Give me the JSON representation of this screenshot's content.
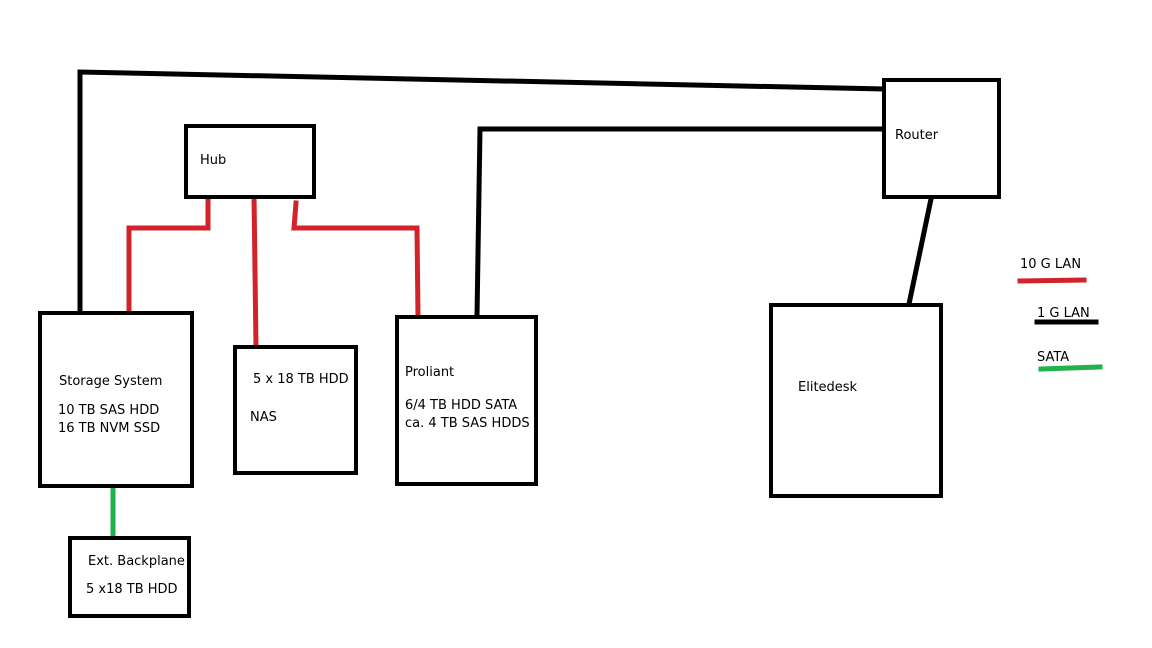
{
  "colors": {
    "lan_10g": "#d2232a",
    "lan_1g": "#000000",
    "sata": "#22b14c",
    "box_stroke": "#000000",
    "background": "#ffffff"
  },
  "nodes": {
    "hub": {
      "lines": [
        "Hub"
      ]
    },
    "router": {
      "lines": [
        "Router"
      ]
    },
    "storage_system": {
      "lines": [
        "Storage System",
        "10 TB SAS HDD",
        "16 TB NVM  SSD"
      ]
    },
    "nas": {
      "lines": [
        "5 x 18 TB HDD",
        "NAS"
      ]
    },
    "proliant": {
      "lines": [
        "Proliant",
        "6/4 TB HDD SATA",
        "ca. 4 TB SAS HDDS"
      ]
    },
    "elitedesk": {
      "lines": [
        "Elitedesk"
      ]
    },
    "ext_backplane": {
      "lines": [
        "Ext. Backplane",
        "5 x18 TB HDD"
      ]
    }
  },
  "edges": [
    {
      "from": "hub",
      "to": "storage_system",
      "type": "lan_10g"
    },
    {
      "from": "hub",
      "to": "nas",
      "type": "lan_10g"
    },
    {
      "from": "hub",
      "to": "proliant",
      "type": "lan_10g"
    },
    {
      "from": "router",
      "to": "storage_system",
      "type": "lan_1g"
    },
    {
      "from": "router",
      "to": "proliant",
      "type": "lan_1g"
    },
    {
      "from": "router",
      "to": "elitedesk",
      "type": "lan_1g"
    },
    {
      "from": "storage_system",
      "to": "ext_backplane",
      "type": "sata"
    }
  ],
  "legend": [
    {
      "label": "10 G LAN",
      "type": "lan_10g"
    },
    {
      "label": "1 G LAN",
      "type": "lan_1g"
    },
    {
      "label": "SATA",
      "type": "sata"
    }
  ]
}
